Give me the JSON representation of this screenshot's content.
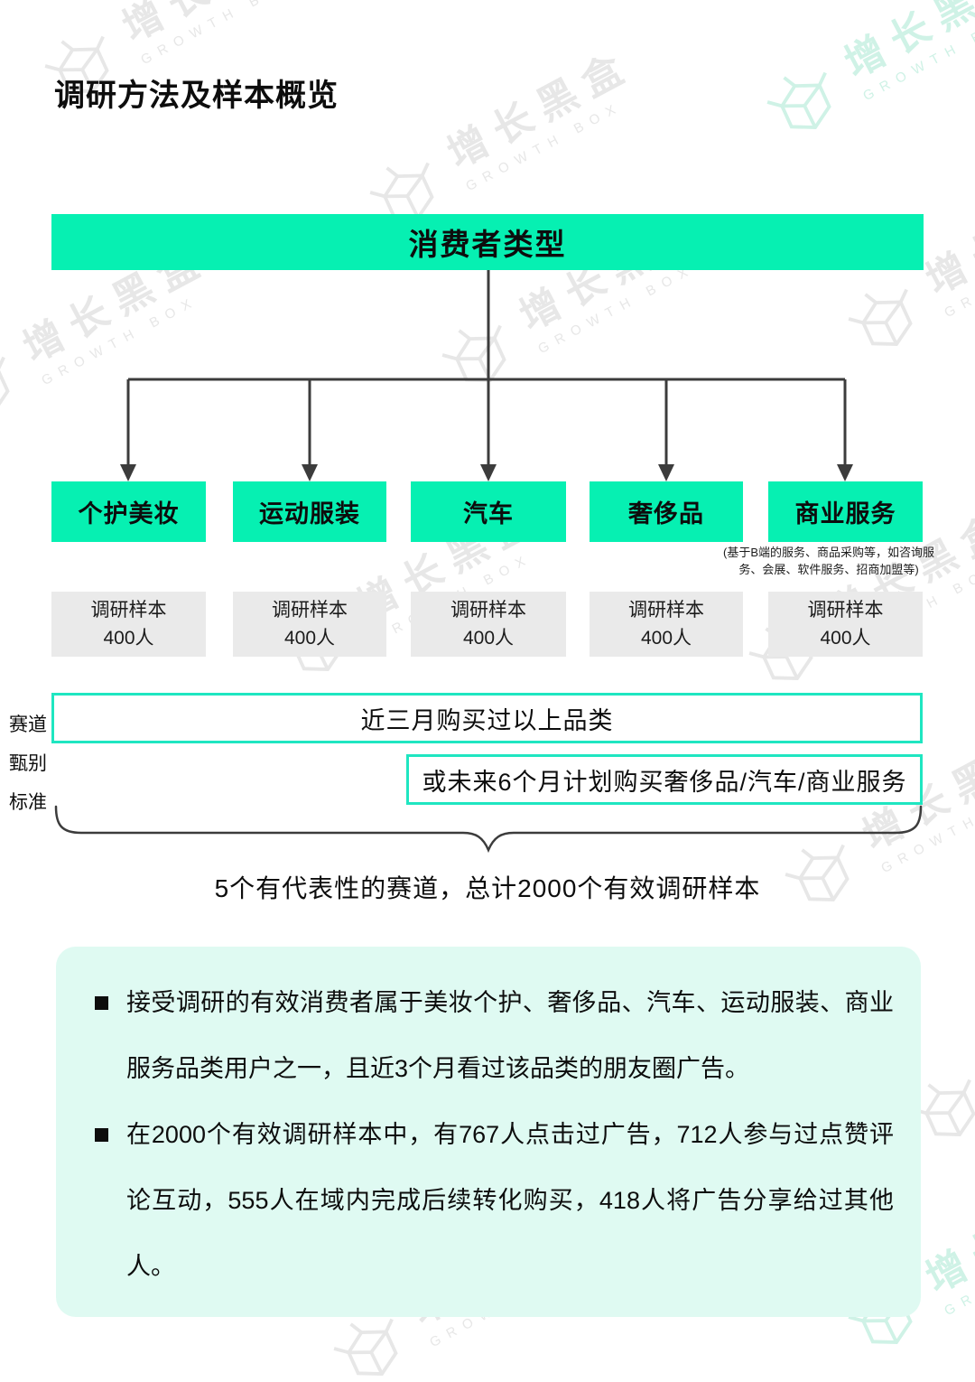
{
  "page": {
    "title": "调研方法及样本概览"
  },
  "tree": {
    "root_label": "消费者类型",
    "categories": [
      {
        "label": "个护美妆",
        "sample_label": "调研样本",
        "sample_size": "400人"
      },
      {
        "label": "运动服装",
        "sample_label": "调研样本",
        "sample_size": "400人"
      },
      {
        "label": "汽车",
        "sample_label": "调研样本",
        "sample_size": "400人"
      },
      {
        "label": "奢侈品",
        "sample_label": "调研样本",
        "sample_size": "400人"
      },
      {
        "label": "商业服务",
        "sample_label": "调研样本",
        "sample_size": "400人",
        "note": "(基于B端的服务、商品采购等，如咨询服务、会展、软件服务、招商加盟等)"
      }
    ]
  },
  "criteria": {
    "side_label": [
      "赛道",
      "甄别",
      "标准"
    ],
    "condition_primary": "近三月购买过以上品类",
    "condition_alternative": "或未来6个月计划购买奢侈品/汽车/商业服务"
  },
  "summary_text": "5个有代表性的赛道，总计2000个有效调研样本",
  "notes": {
    "bullets": [
      "接受调研的有效消费者属于美妆个护、奢侈品、汽车、运动服装、商业服务品类用户之一，且近3个月看过该品类的朋友圈广告。",
      "在2000个有效调研样本中，有767人点击过广告，712人参与过点赞评论互动，555人在域内完成后续转化购买，418人将广告分享给过其他人。"
    ]
  },
  "watermark": {
    "cn": "增长黑盒",
    "en": "GROWTH BOX"
  },
  "colors": {
    "accent": "#06F0B2",
    "accent_border": "#1FE6C1",
    "sample_gray": "#EAEAEA",
    "mint_panel": "#DFFAF2",
    "connector": "#3C3C3C",
    "watermark_gray": "#E7E7E7",
    "watermark_teal": "#CFF2E6"
  }
}
